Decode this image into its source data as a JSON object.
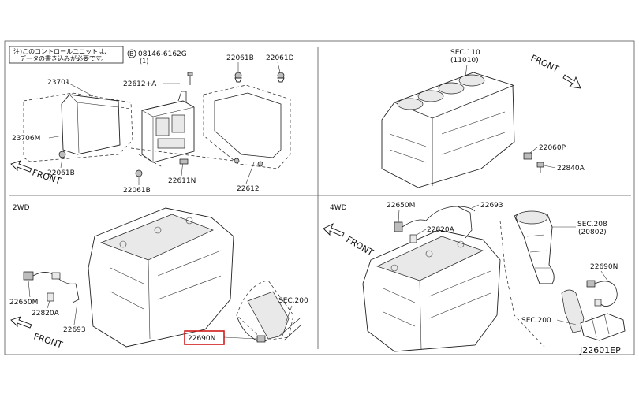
{
  "diagram": {
    "id_code": "J22601EP",
    "quadrant_ecu": {
      "note_line1": "注)このコントロールユニットは、",
      "note_line2": "データの書き込みが必要です。",
      "labels": {
        "bolt_code": "08146-6162G",
        "bolt_qty": "(1)",
        "bolt_prefix": "B",
        "ecu": "23701",
        "cover": "23706M",
        "bracket": "22612+A",
        "bracket_arrow": "A",
        "clip_left": "22061B",
        "clip_bottom": "22061B",
        "clip_top_a": "22061B",
        "clip_top_b": "22061D",
        "ecu_harness": "22611N",
        "bracket_plate": "22612"
      },
      "front": "FRONT"
    },
    "quadrant_block": {
      "sec_label": "SEC.110",
      "sec_sub": "(11010)",
      "sensor": "22060P",
      "bolt": "22840A",
      "front": "FRONT"
    },
    "quadrant_2wd": {
      "title": "2WD",
      "sensor_clip": "22650M",
      "connector": "22820A",
      "sensor_wire": "22693",
      "o2_sensor": "22690N",
      "sec_label": "SEC.200",
      "front": "FRONT"
    },
    "quadrant_4wd": {
      "title": "4WD",
      "sensor_clip": "22650M",
      "connector": "22820A",
      "sensor_wire": "22693",
      "sec_208": "SEC.208",
      "sec_208_sub": "(20802)",
      "o2_sensor": "22690N",
      "sec_200": "SEC.200",
      "front": "FRONT"
    },
    "highlight_color": "#d11a1a"
  }
}
